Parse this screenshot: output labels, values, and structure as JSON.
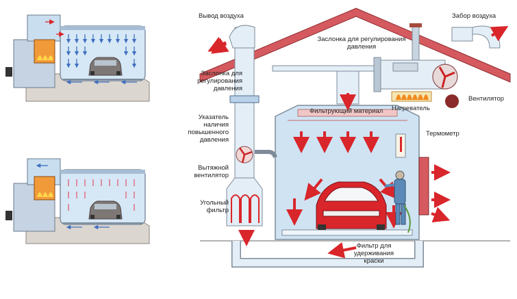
{
  "labels": {
    "air_outlet": "Вывод воздуха",
    "air_intake": "Забор воздуха",
    "pressure_damper_top": "Заслонка для регулирования давления",
    "pressure_damper_left": "Заслонка для регулирования давления",
    "filter_material": "Фильтрующий материал",
    "heater": "Нагреватель",
    "fan": "Вентилятор",
    "pressure_indicator": "Указатель наличия повышенного давления",
    "thermometer": "Термометр",
    "exhaust_fan": "Вытяжной вентилятор",
    "carbon_filter": "Угольный фильтр",
    "paint_filter": "Фильтр для удерживания краски"
  },
  "icons": [
    "fan-icon",
    "heater-flame-icon",
    "thermometer-icon",
    "painter-figure",
    "car-icon"
  ],
  "colors": {
    "roof": "#c8484e",
    "duct": "#e4eef6",
    "duct_stroke": "#7d8b99",
    "booth_fill": "#cfe3f3",
    "arrow_red": "#d9262b",
    "arrow_blue": "#3f6fc0",
    "flame": "#f08a1e",
    "car_red": "#d9262b",
    "car_gray": "#7d7775"
  }
}
